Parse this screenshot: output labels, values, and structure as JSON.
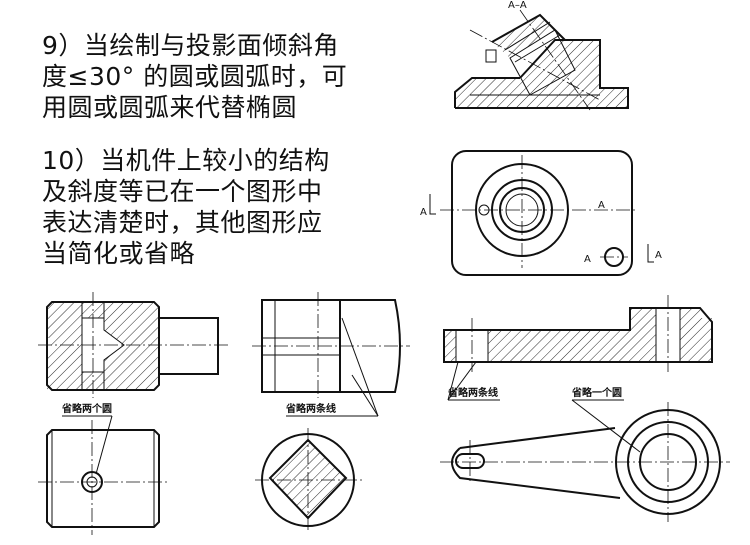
{
  "rules": {
    "rule9": {
      "lines": [
        "9）当绘制与投影面倾斜角",
        "度≤30° 的圆或圆弧时，可",
        "用圆或圆弧来代替椭圆"
      ]
    },
    "rule10": {
      "lines": [
        "10）当机件上较小的结构",
        "及斜度等已在一个图形中",
        "表达清楚时，其他图形应",
        "当简化或省略"
      ]
    }
  },
  "drawings": {
    "section_label": "A–A",
    "plan_labels": {
      "a_left": "A",
      "a_center": "A",
      "a_lower": "A",
      "a_right": "A"
    },
    "notes": {
      "two_circles": "省略两个圆",
      "two_lines_middle": "省略两条线",
      "two_lines_right": "省略两条线",
      "one_circle": "省略一个圆"
    }
  }
}
